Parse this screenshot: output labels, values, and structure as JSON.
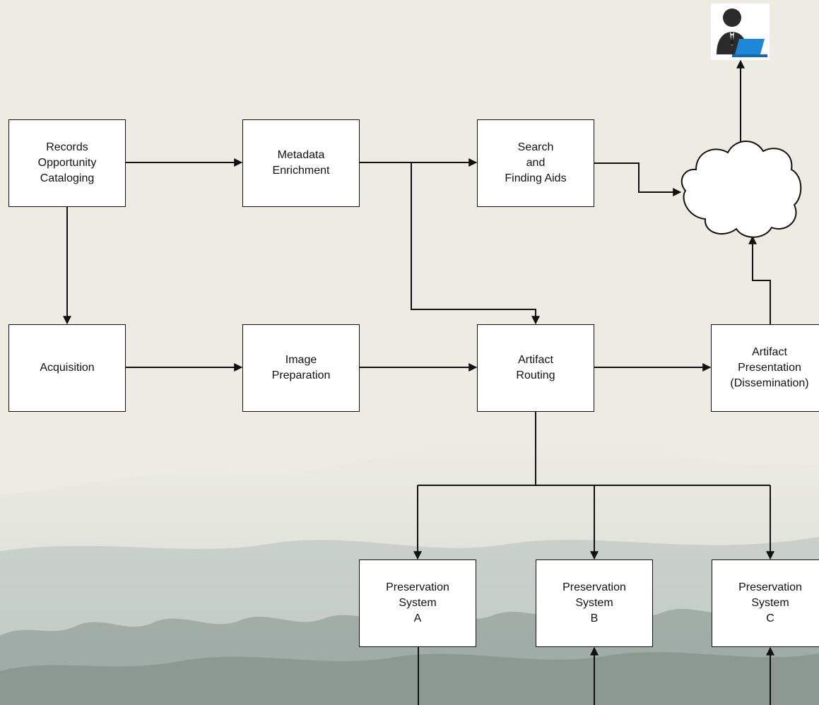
{
  "nodes": {
    "records": "Records\nOpportunity\nCataloging",
    "metadata": "Metadata\nEnrichment",
    "search": "Search\nand\nFinding Aids",
    "acquisition": "Acquisition",
    "image": "Image\nPreparation",
    "routing": "Artifact\nRouting",
    "presentation": "Artifact\nPresentation\n(Dissemination)",
    "pres_a": "Preservation\nSystem\nA",
    "pres_b": "Preservation\nSystem\nB",
    "pres_c": "Preservation\nSystem\nC"
  },
  "icons": {
    "user": "user-laptop-icon",
    "cloud": "cloud-icon"
  },
  "colors": {
    "background": "#ecece3",
    "box_fill": "#ffffff",
    "stroke": "#111111",
    "laptop": "#1e88d8"
  },
  "edges": [
    {
      "from": "records",
      "to": "metadata"
    },
    {
      "from": "records",
      "to": "acquisition"
    },
    {
      "from": "metadata",
      "to": "search"
    },
    {
      "from": "metadata",
      "to": "routing"
    },
    {
      "from": "search",
      "to": "cloud"
    },
    {
      "from": "cloud",
      "to": "user"
    },
    {
      "from": "acquisition",
      "to": "image"
    },
    {
      "from": "image",
      "to": "routing"
    },
    {
      "from": "routing",
      "to": "presentation"
    },
    {
      "from": "presentation",
      "to": "cloud"
    },
    {
      "from": "routing",
      "to": "pres_a"
    },
    {
      "from": "routing",
      "to": "pres_b"
    },
    {
      "from": "routing",
      "to": "pres_c"
    }
  ]
}
